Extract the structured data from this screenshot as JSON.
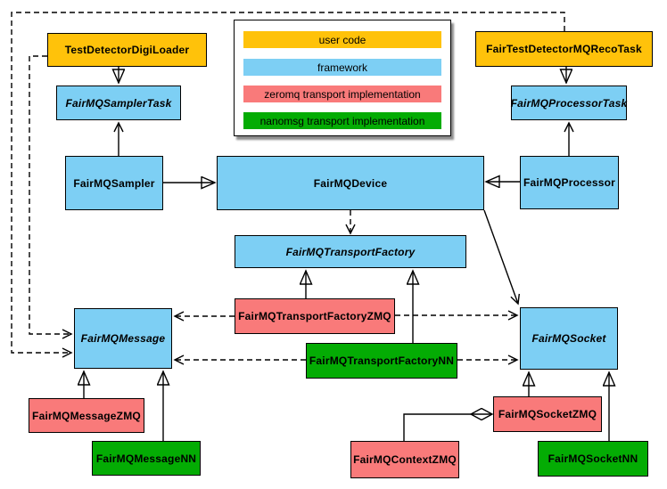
{
  "legend": {
    "items": [
      {
        "id": "user",
        "label": "user code",
        "color": "#FFC20A"
      },
      {
        "id": "framework",
        "label": "framework",
        "color": "#7DCFF4"
      },
      {
        "id": "zeromq",
        "label": "zeromq transport implementation",
        "color": "#F97A7A"
      },
      {
        "id": "nanomsg",
        "label": "nanomsg transport implementation",
        "color": "#04AC04"
      }
    ]
  },
  "nodes": {
    "digiloader": {
      "label": "TestDetectorDigiLoader",
      "category": "user",
      "abstract": false
    },
    "recotask": {
      "label": "FairTestDetectorMQRecoTask",
      "category": "user",
      "abstract": false
    },
    "samplertask": {
      "label": "FairMQSamplerTask",
      "category": "framework",
      "abstract": true
    },
    "processortask": {
      "label": "FairMQProcessorTask",
      "category": "framework",
      "abstract": true
    },
    "sampler": {
      "label": "FairMQSampler",
      "category": "framework",
      "abstract": false
    },
    "device": {
      "label": "FairMQDevice",
      "category": "framework",
      "abstract": false
    },
    "processor": {
      "label": "FairMQProcessor",
      "category": "framework",
      "abstract": false
    },
    "transportfactory": {
      "label": "FairMQTransportFactory",
      "category": "framework",
      "abstract": true
    },
    "factoryzmq": {
      "label": "FairMQTransportFactoryZMQ",
      "category": "zeromq",
      "abstract": false
    },
    "factorynn": {
      "label": "FairMQTransportFactoryNN",
      "category": "nanomsg",
      "abstract": false
    },
    "message": {
      "label": "FairMQMessage",
      "category": "framework",
      "abstract": true
    },
    "socket": {
      "label": "FairMQSocket",
      "category": "framework",
      "abstract": true
    },
    "messagezmq": {
      "label": "FairMQMessageZMQ",
      "category": "zeromq",
      "abstract": false
    },
    "messagenn": {
      "label": "FairMQMessageNN",
      "category": "nanomsg",
      "abstract": false
    },
    "contextzmq": {
      "label": "FairMQContextZMQ",
      "category": "zeromq",
      "abstract": false
    },
    "socketzmq": {
      "label": "FairMQSocketZMQ",
      "category": "zeromq",
      "abstract": false
    },
    "socketnn": {
      "label": "FairMQSocketNN",
      "category": "nanomsg",
      "abstract": false
    }
  },
  "relations": [
    {
      "from": "TestDetectorDigiLoader",
      "to": "FairMQSamplerTask",
      "type": "inheritance"
    },
    {
      "from": "FairTestDetectorMQRecoTask",
      "to": "FairMQProcessorTask",
      "type": "inheritance"
    },
    {
      "from": "FairMQSampler",
      "to": "FairMQSamplerTask",
      "type": "association"
    },
    {
      "from": "FairMQProcessor",
      "to": "FairMQProcessorTask",
      "type": "association"
    },
    {
      "from": "FairMQSampler",
      "to": "FairMQDevice",
      "type": "inheritance"
    },
    {
      "from": "FairMQProcessor",
      "to": "FairMQDevice",
      "type": "inheritance"
    },
    {
      "from": "FairMQDevice",
      "to": "FairMQTransportFactory",
      "type": "dependency"
    },
    {
      "from": "FairMQDevice",
      "to": "FairMQSocket",
      "type": "association"
    },
    {
      "from": "FairMQTransportFactoryZMQ",
      "to": "FairMQTransportFactory",
      "type": "inheritance"
    },
    {
      "from": "FairMQTransportFactoryNN",
      "to": "FairMQTransportFactory",
      "type": "inheritance"
    },
    {
      "from": "FairMQTransportFactoryZMQ",
      "to": "FairMQMessage",
      "type": "dependency"
    },
    {
      "from": "FairMQTransportFactoryZMQ",
      "to": "FairMQSocket",
      "type": "dependency"
    },
    {
      "from": "FairMQTransportFactoryNN",
      "to": "FairMQMessage",
      "type": "dependency"
    },
    {
      "from": "FairMQTransportFactoryNN",
      "to": "FairMQSocket",
      "type": "dependency"
    },
    {
      "from": "TestDetectorDigiLoader",
      "to": "FairMQMessage",
      "type": "dependency"
    },
    {
      "from": "FairTestDetectorMQRecoTask",
      "to": "FairMQMessage",
      "type": "dependency"
    },
    {
      "from": "FairMQMessageZMQ",
      "to": "FairMQMessage",
      "type": "inheritance"
    },
    {
      "from": "FairMQMessageNN",
      "to": "FairMQMessage",
      "type": "inheritance"
    },
    {
      "from": "FairMQSocketZMQ",
      "to": "FairMQSocket",
      "type": "inheritance"
    },
    {
      "from": "FairMQSocketNN",
      "to": "FairMQSocket",
      "type": "inheritance"
    },
    {
      "from": "FairMQContextZMQ",
      "to": "FairMQSocketZMQ",
      "type": "composition"
    }
  ]
}
